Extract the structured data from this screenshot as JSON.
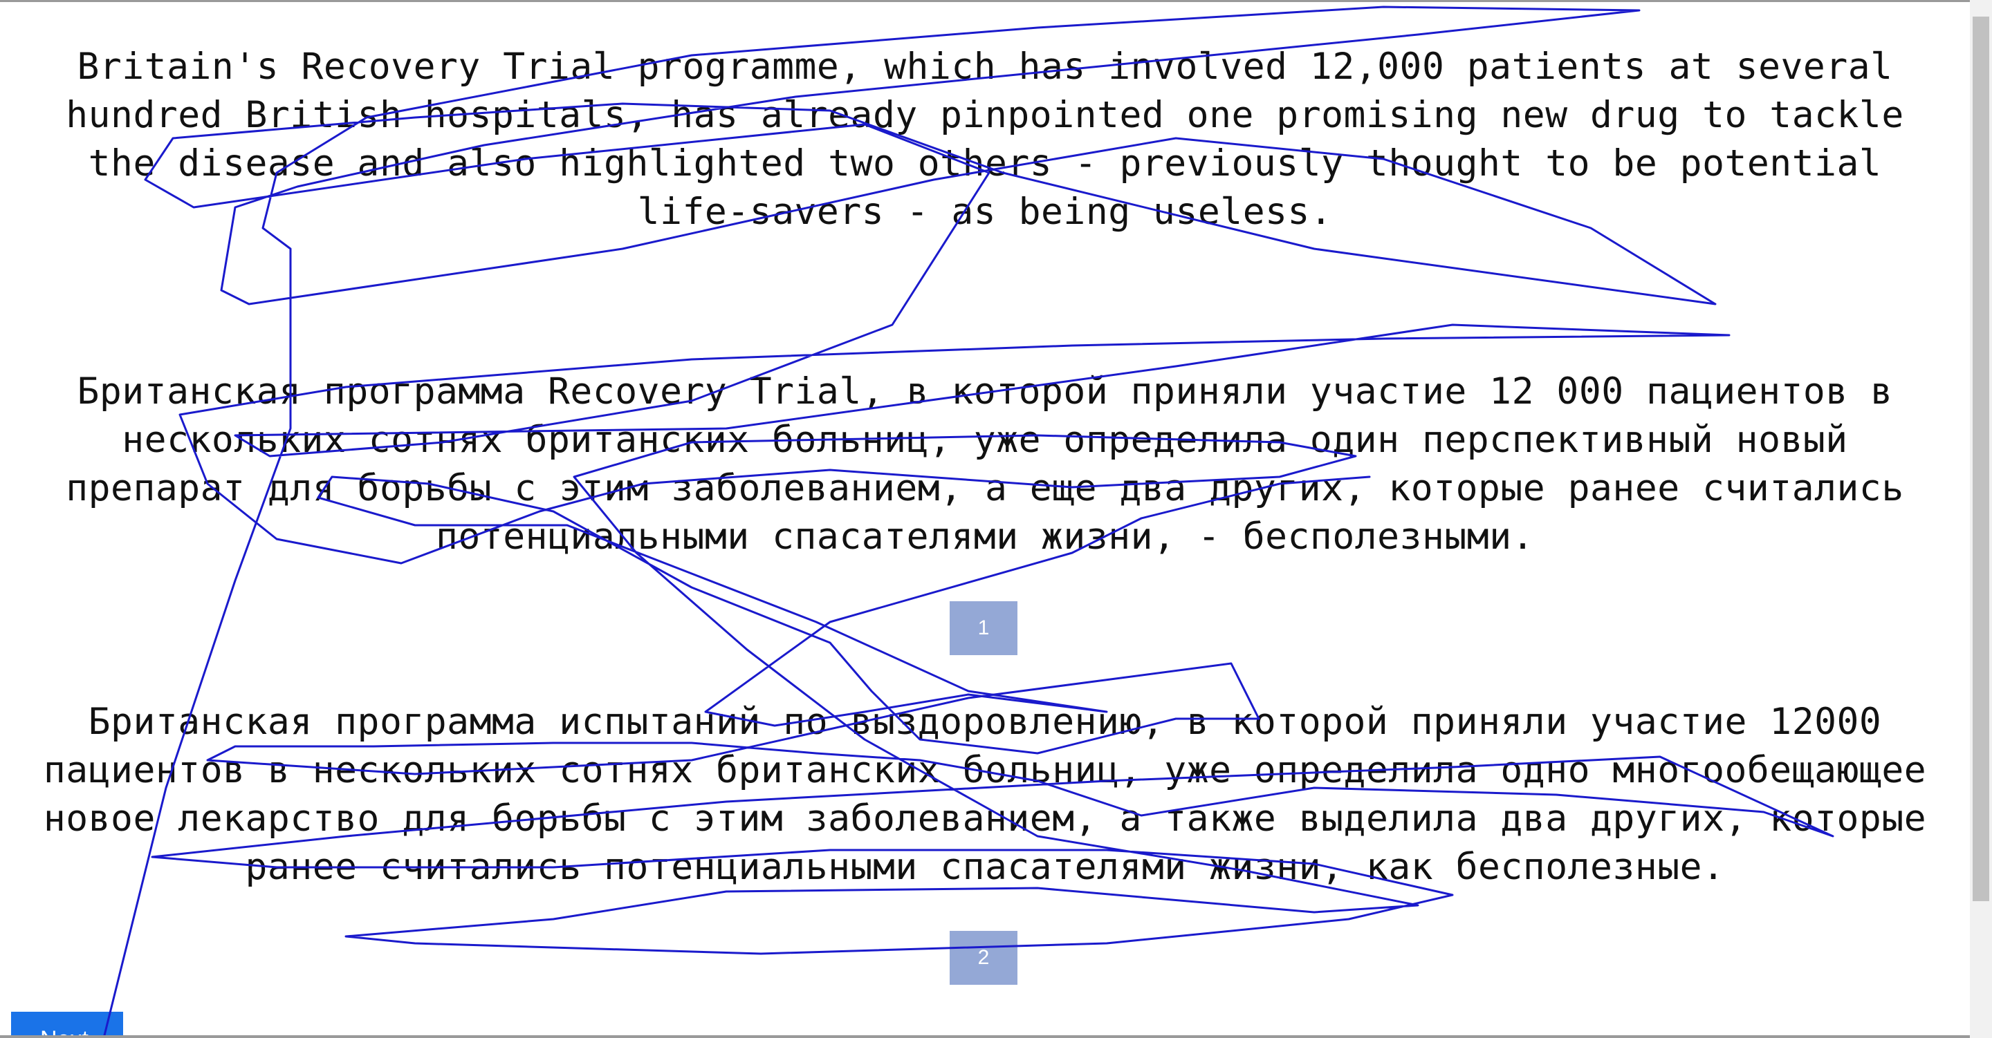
{
  "source_text": "Britain's Recovery Trial programme, which has involved 12,000 patients at several hundred British hospitals, has already pinpointed one promising new drug to tackle the disease and also highlighted two others - previously thought to be potential life-savers - as being useless.",
  "options": [
    {
      "text": "Британская программа Recovery Trial, в которой приняли участие 12 000 пациентов в нескольких сотнях британских больниц, уже определила один перспективный новый препарат для борьбы с этим заболеванием, а еще два других, которые ранее считались потенциальными спасателями жизни, - бесполезными.",
      "button_label": "1"
    },
    {
      "text": "Британская программа испытаний по выздоровлению, в которой приняли участие 12000 пациентов в нескольких сотнях британских больниц, уже определила одно многообещающее новое лекарство для борьбы с этим заболеванием, а также выделила два других, которые ранее считались потенциальными спасателями жизни, как бесполезные.",
      "button_label": "2"
    }
  ],
  "next_button": {
    "label": "Next"
  },
  "colors": {
    "choice_button": "#94a8d6",
    "next_button": "#1a73e8",
    "scribble_stroke": "#1a1acc"
  }
}
